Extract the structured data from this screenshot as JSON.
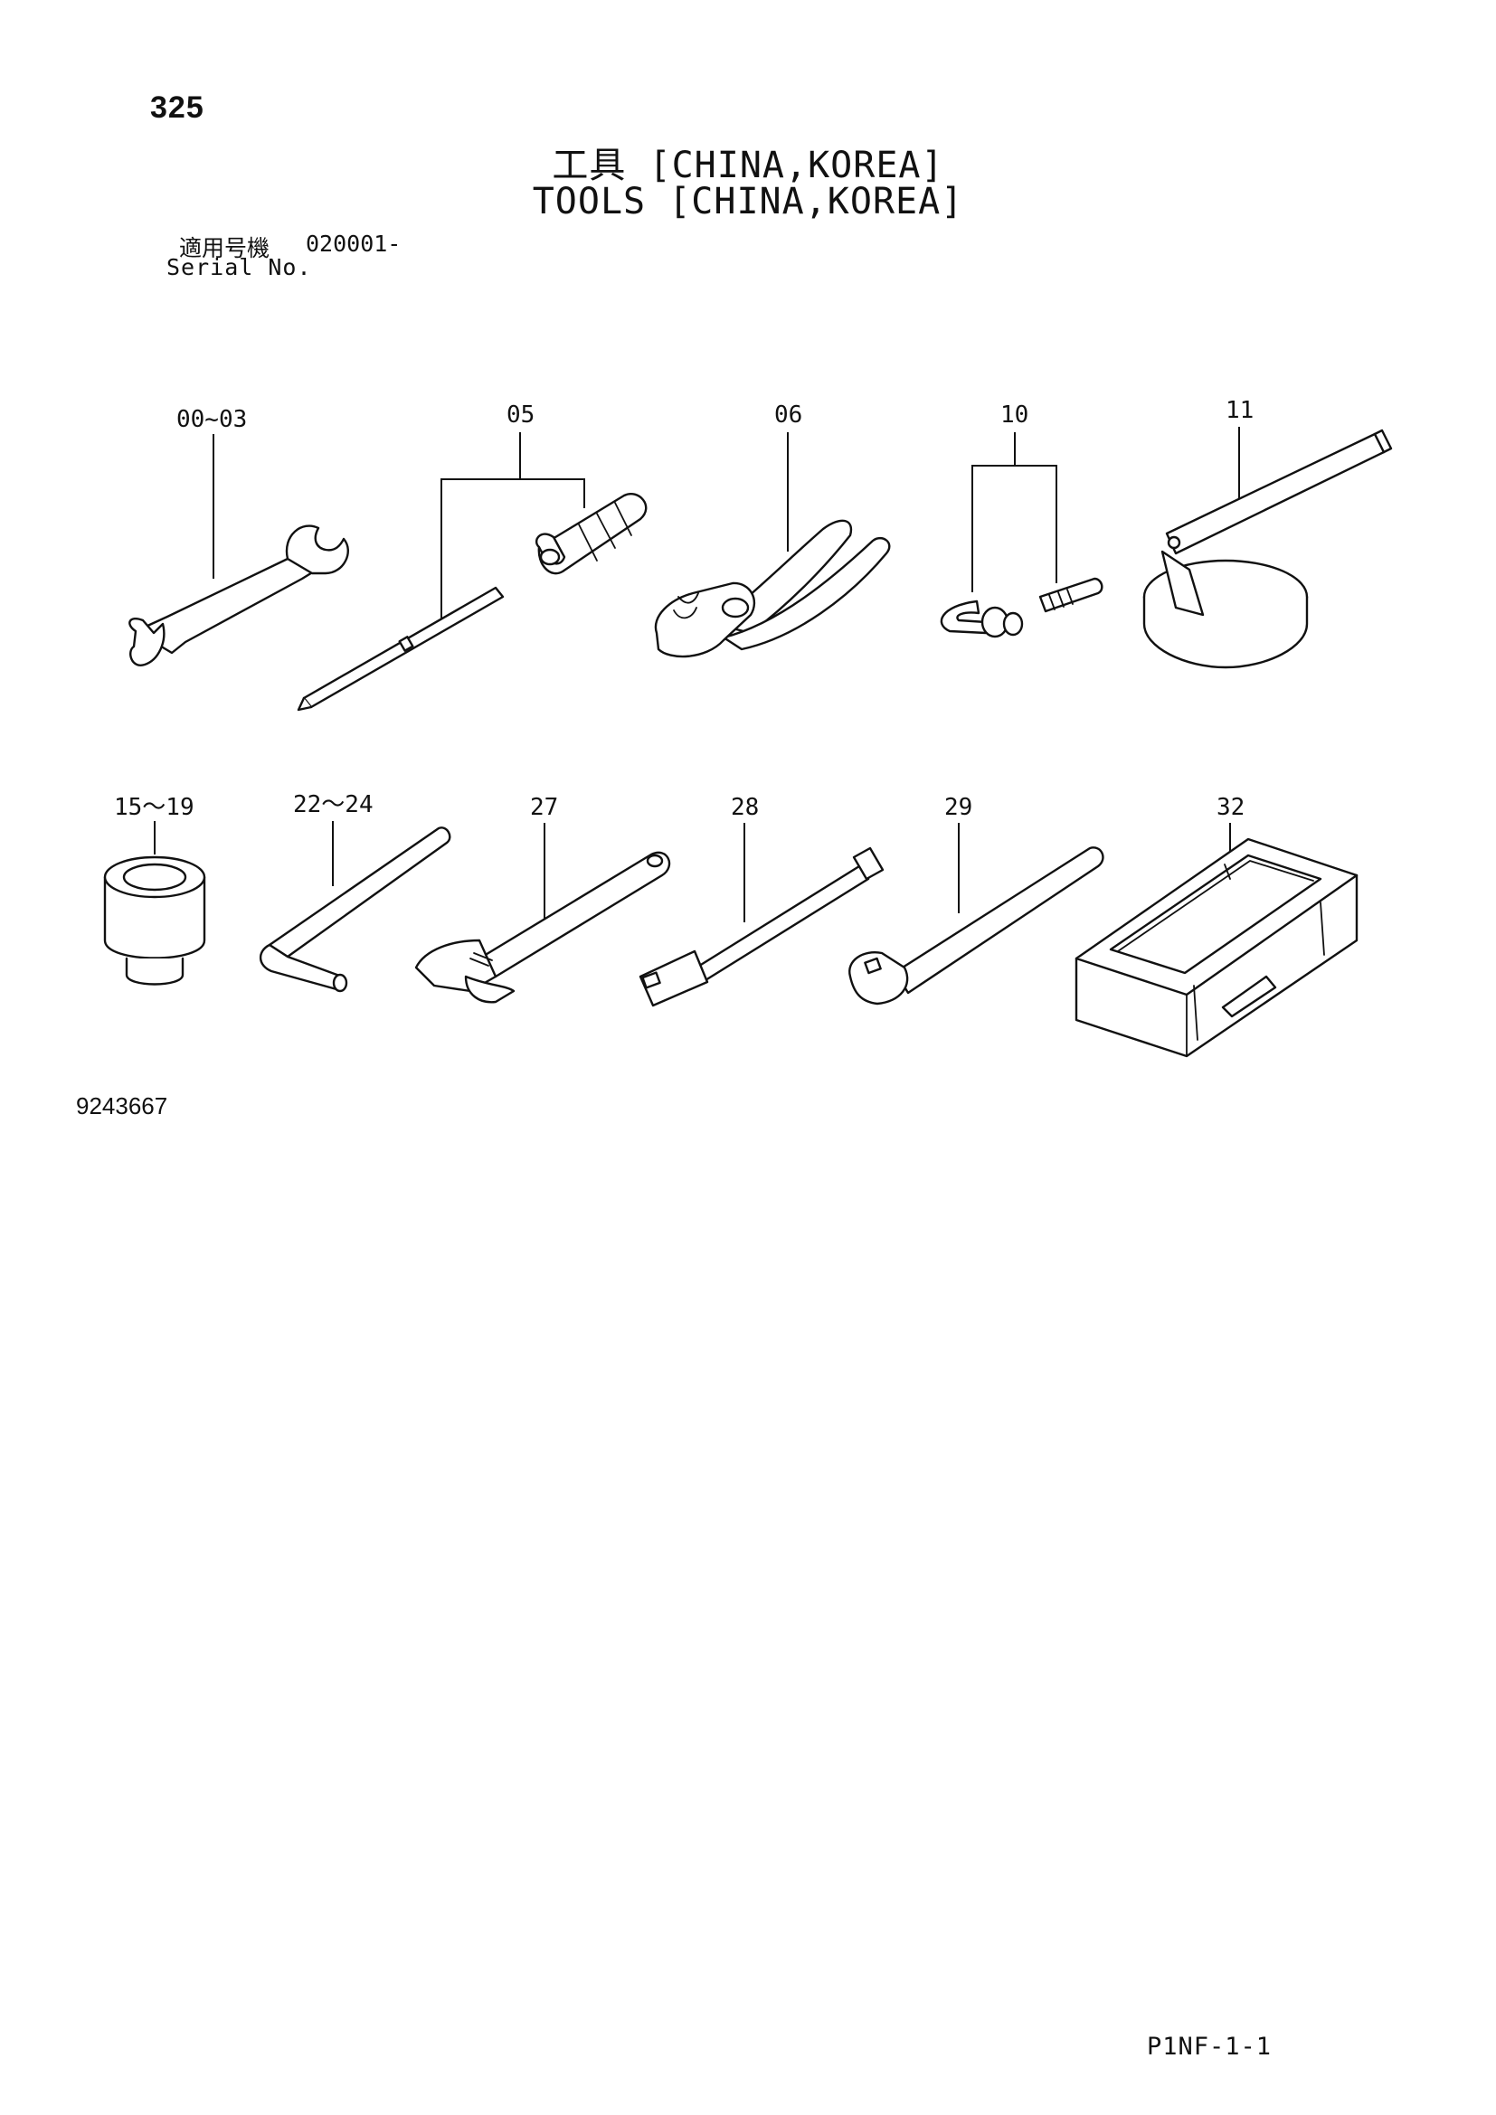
{
  "header": {
    "page_number": "325",
    "title_jp": "工具 [CHINA,KOREA]",
    "title_en": "TOOLS [CHINA,KOREA]",
    "serial_jp_label": "適用号機",
    "serial_value": "020001-",
    "serial_en_label": "Serial No."
  },
  "callouts": {
    "wrench": "00~03",
    "screwdriver": "05",
    "pliers": "06",
    "shackle": "10",
    "filter_wrench": "11",
    "socket": "15～19",
    "hex_key": "22～24",
    "adjustable_wrench": "27",
    "extension_bar": "28",
    "ratchet_handle": "29",
    "tool_box": "32"
  },
  "footer": {
    "drawing_number": "9243667",
    "page_code": "P1NF-1-1"
  }
}
